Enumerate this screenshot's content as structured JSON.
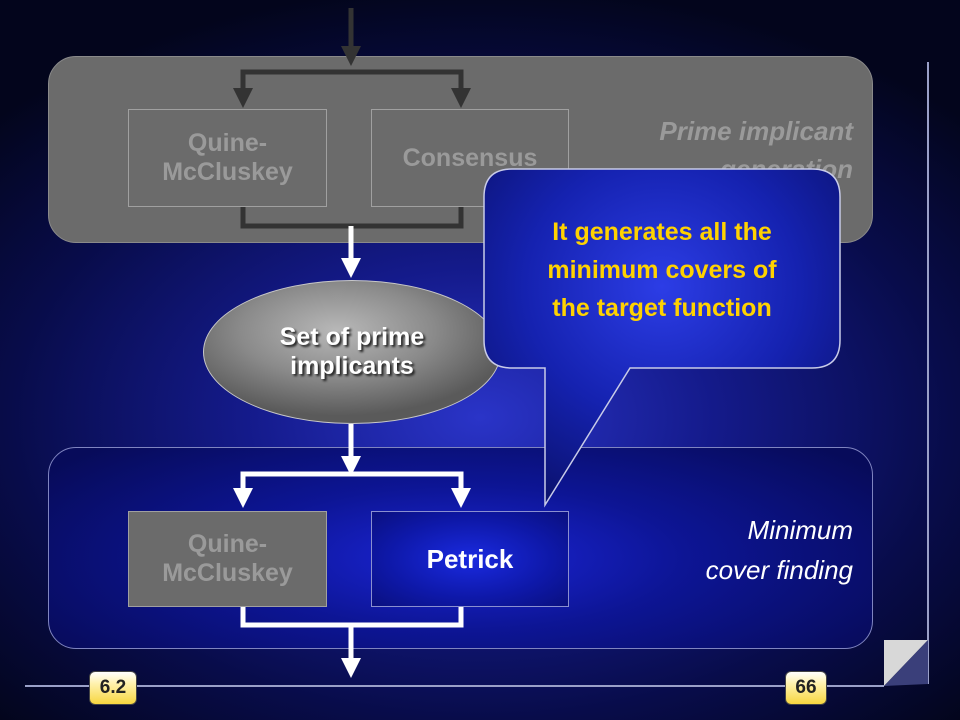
{
  "top_section": {
    "label_line1": "Prime implicant",
    "label_line2": "generation",
    "box1": {
      "line1": "Quine-",
      "line2": "McCluskey"
    },
    "box2": {
      "label": "Consensus"
    }
  },
  "middle": {
    "ellipse_line1": "Set of prime",
    "ellipse_line2": "implicants"
  },
  "bottom_section": {
    "label_line1": "Minimum",
    "label_line2": "cover finding",
    "box1": {
      "line1": "Quine-",
      "line2": "McCluskey"
    },
    "box2": {
      "label": "Petrick"
    }
  },
  "callout": {
    "line1": "It generates all the",
    "line2": "minimum covers of",
    "line3": "the target function"
  },
  "footer": {
    "section_number": "6.2",
    "page_number": "66"
  },
  "colors": {
    "callout_text": "#ffd200",
    "inactive_text": "#9a9a9a",
    "active_text": "#ffffff"
  }
}
